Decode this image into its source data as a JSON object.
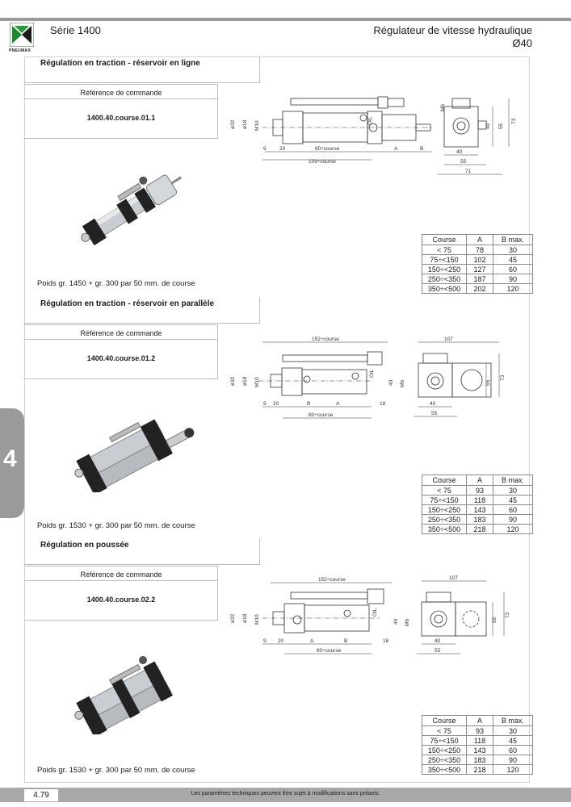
{
  "header": {
    "series": "Série 1400",
    "title": "Régulateur de vitesse hydraulique",
    "size": "Ø40",
    "logo_text": "PNEUMAX"
  },
  "side_tab": "4",
  "sections": [
    {
      "title": "Régulation en traction - réservoir en ligne",
      "ref_label": "Référence de commande",
      "ref_code": "1400.40.course.01.1",
      "weight": "Poids gr. 1450 + gr. 300 par 50 mm. de course",
      "table": {
        "headers": [
          "Course",
          "A",
          "B max."
        ],
        "rows": [
          [
            "< 75",
            "78",
            "30"
          ],
          [
            "75÷<150",
            "102",
            "45"
          ],
          [
            "150÷<250",
            "127",
            "60"
          ],
          [
            "250÷<350",
            "187",
            "90"
          ],
          [
            "350÷<500",
            "202",
            "120"
          ]
        ]
      },
      "dims": {
        "d32": "ø32",
        "d18": "ø18",
        "m10": "M10",
        "m6": "M6",
        "oil": "OIL",
        "n9": "9",
        "n20": "20",
        "course80": "80÷course",
        "a": "A",
        "b": "B",
        "course109": "109÷course",
        "n40": "40",
        "n55": "55",
        "n71": "71",
        "n55v": "55",
        "n73": "73",
        "n40v": "40"
      }
    },
    {
      "title": "Régulation en traction - réservoir en parallèle",
      "ref_label": "Référence de commande",
      "ref_code": "1400.40.course.01.2",
      "weight": "Poids gr. 1530 + gr. 300 par 50 mm. de course",
      "table": {
        "headers": [
          "Course",
          "A",
          "B max."
        ],
        "rows": [
          [
            "< 75",
            "93",
            "30"
          ],
          [
            "75÷<150",
            "118",
            "45"
          ],
          [
            "150÷<250",
            "143",
            "60"
          ],
          [
            "250÷<350",
            "183",
            "90"
          ],
          [
            "350÷<500",
            "218",
            "120"
          ]
        ]
      },
      "dims": {
        "d32": "ø32",
        "d18": "ø18",
        "m10": "M10",
        "m6": "M6",
        "oil": "OIL",
        "n9": "9",
        "n20": "20",
        "course152": "152÷course",
        "b": "B",
        "a": "A",
        "n18": "18",
        "course80": "80÷course",
        "n107": "107",
        "n40": "40",
        "n55": "55",
        "n55v": "55",
        "n73": "73",
        "n40v": "40"
      }
    },
    {
      "title": "Régulation en poussée",
      "ref_label": "Référence de commande",
      "ref_code": "1400.40.course.02.2",
      "weight": "Poids gr. 1530 + gr. 300 par 50 mm. de course",
      "table": {
        "headers": [
          "Course",
          "A",
          "B max."
        ],
        "rows": [
          [
            "< 75",
            "93",
            "30"
          ],
          [
            "75÷<150",
            "118",
            "45"
          ],
          [
            "150÷<250",
            "143",
            "60"
          ],
          [
            "250÷<350",
            "183",
            "90"
          ],
          [
            "350÷<500",
            "218",
            "120"
          ]
        ]
      },
      "dims": {
        "d32": "ø32",
        "d18": "ø18",
        "m10": "M10",
        "m6": "M6",
        "oil": "OIL",
        "n9": "9",
        "n20": "20",
        "course152": "152÷course",
        "a": "A",
        "b": "B",
        "n18": "18",
        "course80": "80÷course",
        "n107": "107",
        "n40": "40",
        "n55": "55",
        "n55v": "55",
        "n73": "73",
        "n40v": "40"
      }
    }
  ],
  "footer": {
    "page": "4.79",
    "note": "Les paramètres techniques peuvent être sujet à modifications sans préavis."
  }
}
